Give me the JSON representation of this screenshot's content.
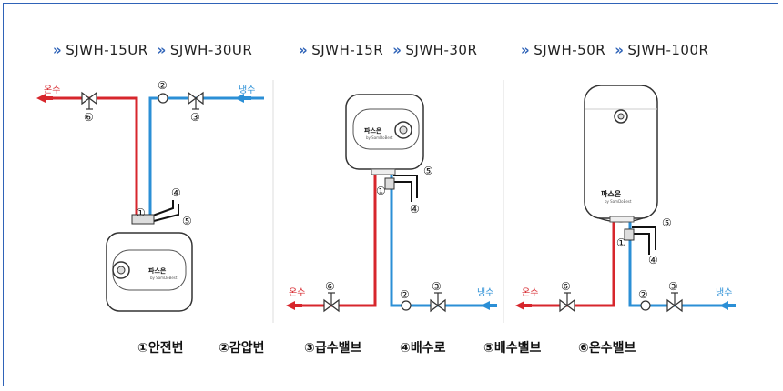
{
  "panels": [
    {
      "models": [
        "SJWH-15UR",
        "SJWH-30UR"
      ],
      "hot": "온수",
      "cold": "냉수"
    },
    {
      "models": [
        "SJWH-15R",
        "SJWH-30R"
      ],
      "hot": "온수",
      "cold": "냉수"
    },
    {
      "models": [
        "SJWH-50R",
        "SJWH-100R"
      ],
      "hot": "온수",
      "cold": "냉수"
    }
  ],
  "brand": "파스은",
  "brand_sub": "by SamDoBest",
  "callouts": [
    "①",
    "②",
    "③",
    "④",
    "⑤",
    "⑥"
  ],
  "legend": [
    "①안전변",
    "②감압변",
    "③급수밸브",
    "④배수로",
    "⑤배수밸브",
    "⑥온수밸브"
  ],
  "colors": {
    "hot": "#d7262c",
    "cold": "#2b8fd6",
    "frame": "#2f63b8",
    "chevron": "#2f63b8"
  }
}
